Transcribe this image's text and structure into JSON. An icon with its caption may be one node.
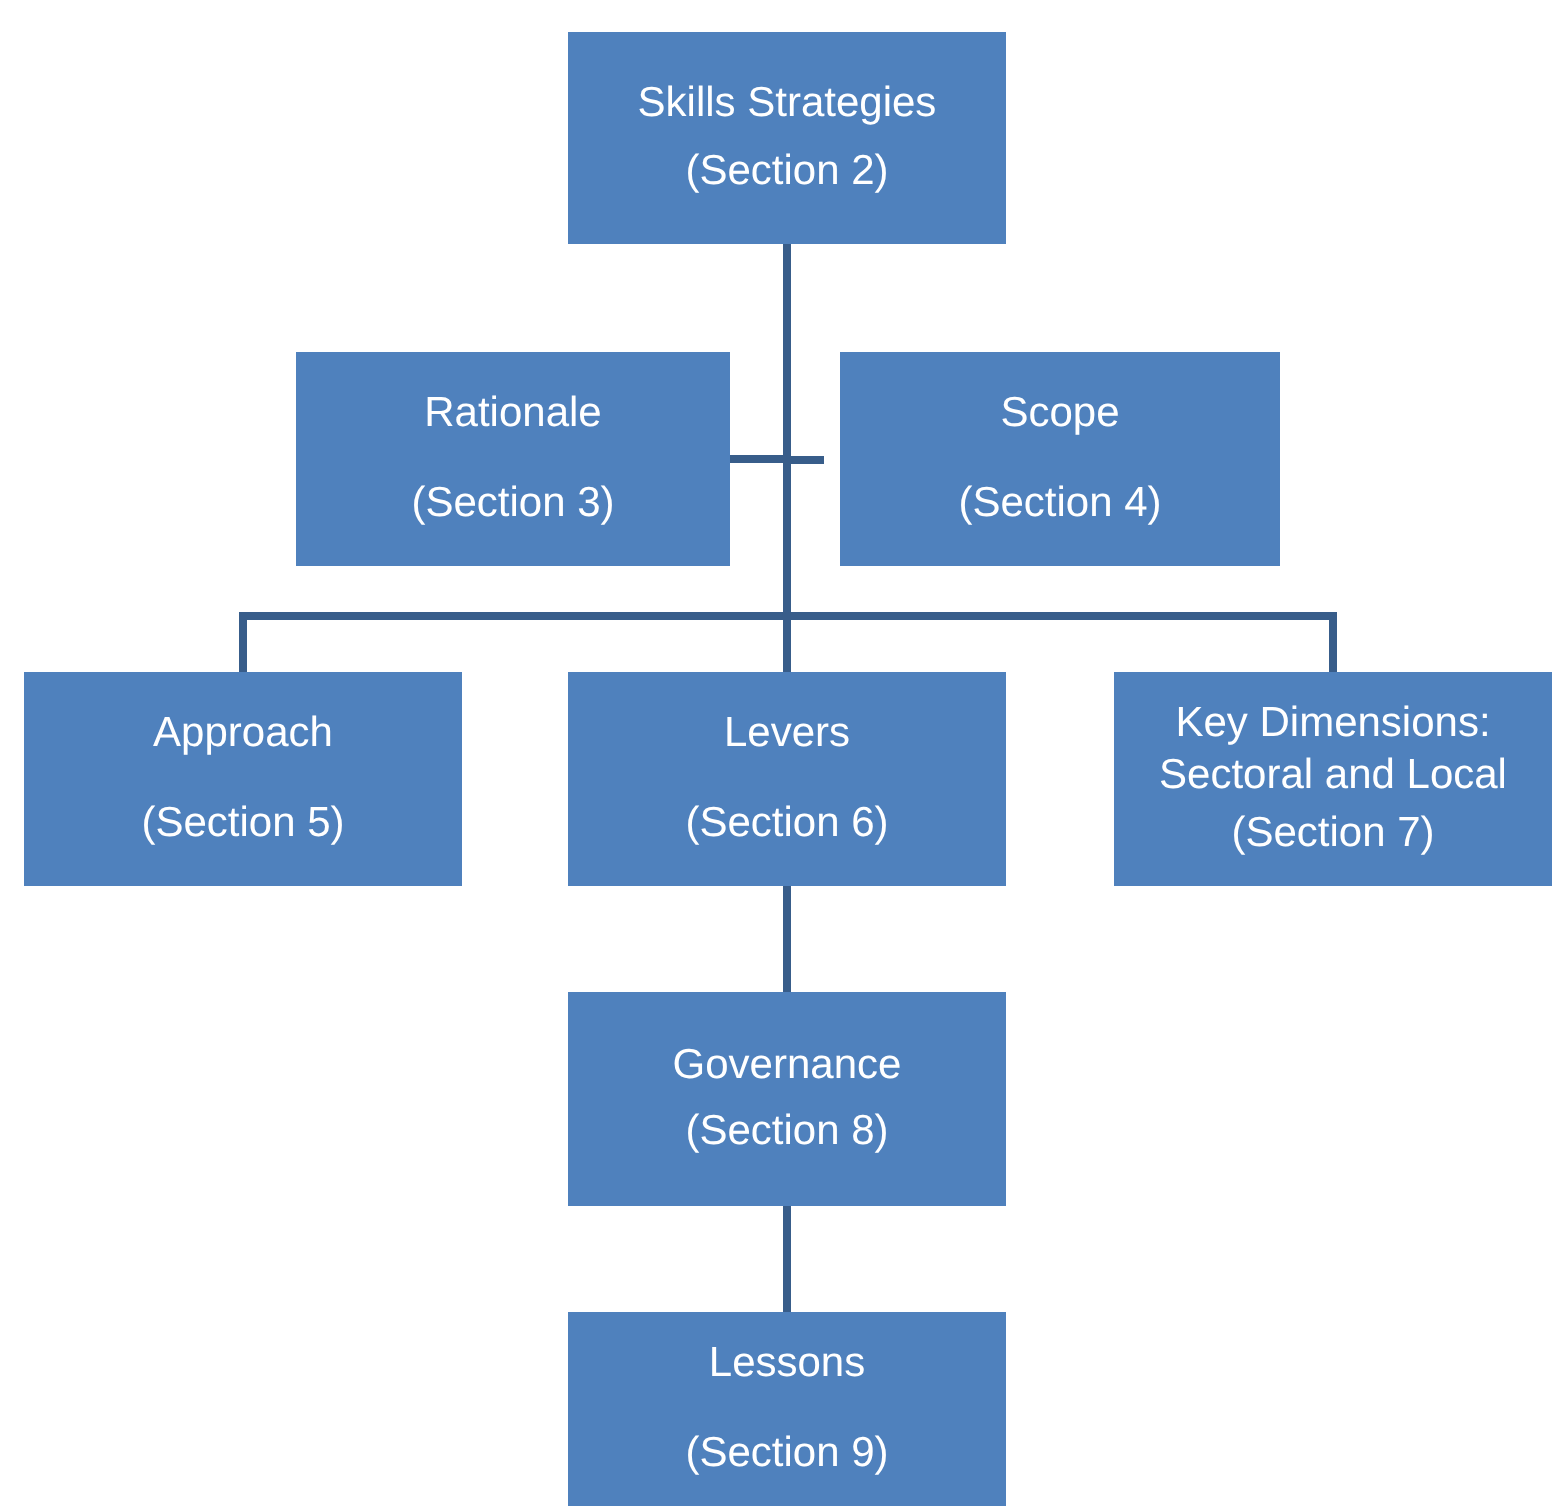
{
  "diagram": {
    "nodes": [
      {
        "text": [
          "Skills Strategies",
          "(Section 2)"
        ]
      },
      {
        "text": [
          "Rationale",
          "(Section 3)"
        ]
      },
      {
        "text": [
          "Scope",
          "(Section 4)"
        ]
      },
      {
        "text": [
          "Approach",
          "(Section 5)"
        ]
      },
      {
        "text": [
          "Levers",
          "(Section 6)"
        ]
      },
      {
        "text": [
          "Key Dimensions: Sectoral and Local",
          "(Section 7)"
        ]
      },
      {
        "text": [
          "Governance",
          "(Section 8)"
        ]
      },
      {
        "text": [
          "Lessons",
          "(Section 9)"
        ]
      }
    ],
    "edges": [
      {
        "from": 0,
        "to": 1,
        "arrow": "none"
      },
      {
        "from": 0,
        "to": 3,
        "arrow": "none"
      },
      {
        "from": 0,
        "to": 4,
        "arrow": "none"
      },
      {
        "from": 0,
        "to": 5,
        "arrow": "none"
      },
      {
        "from": 4,
        "to": 6,
        "arrow": "none"
      },
      {
        "from": 6,
        "to": 7,
        "arrow": "none"
      }
    ]
  }
}
